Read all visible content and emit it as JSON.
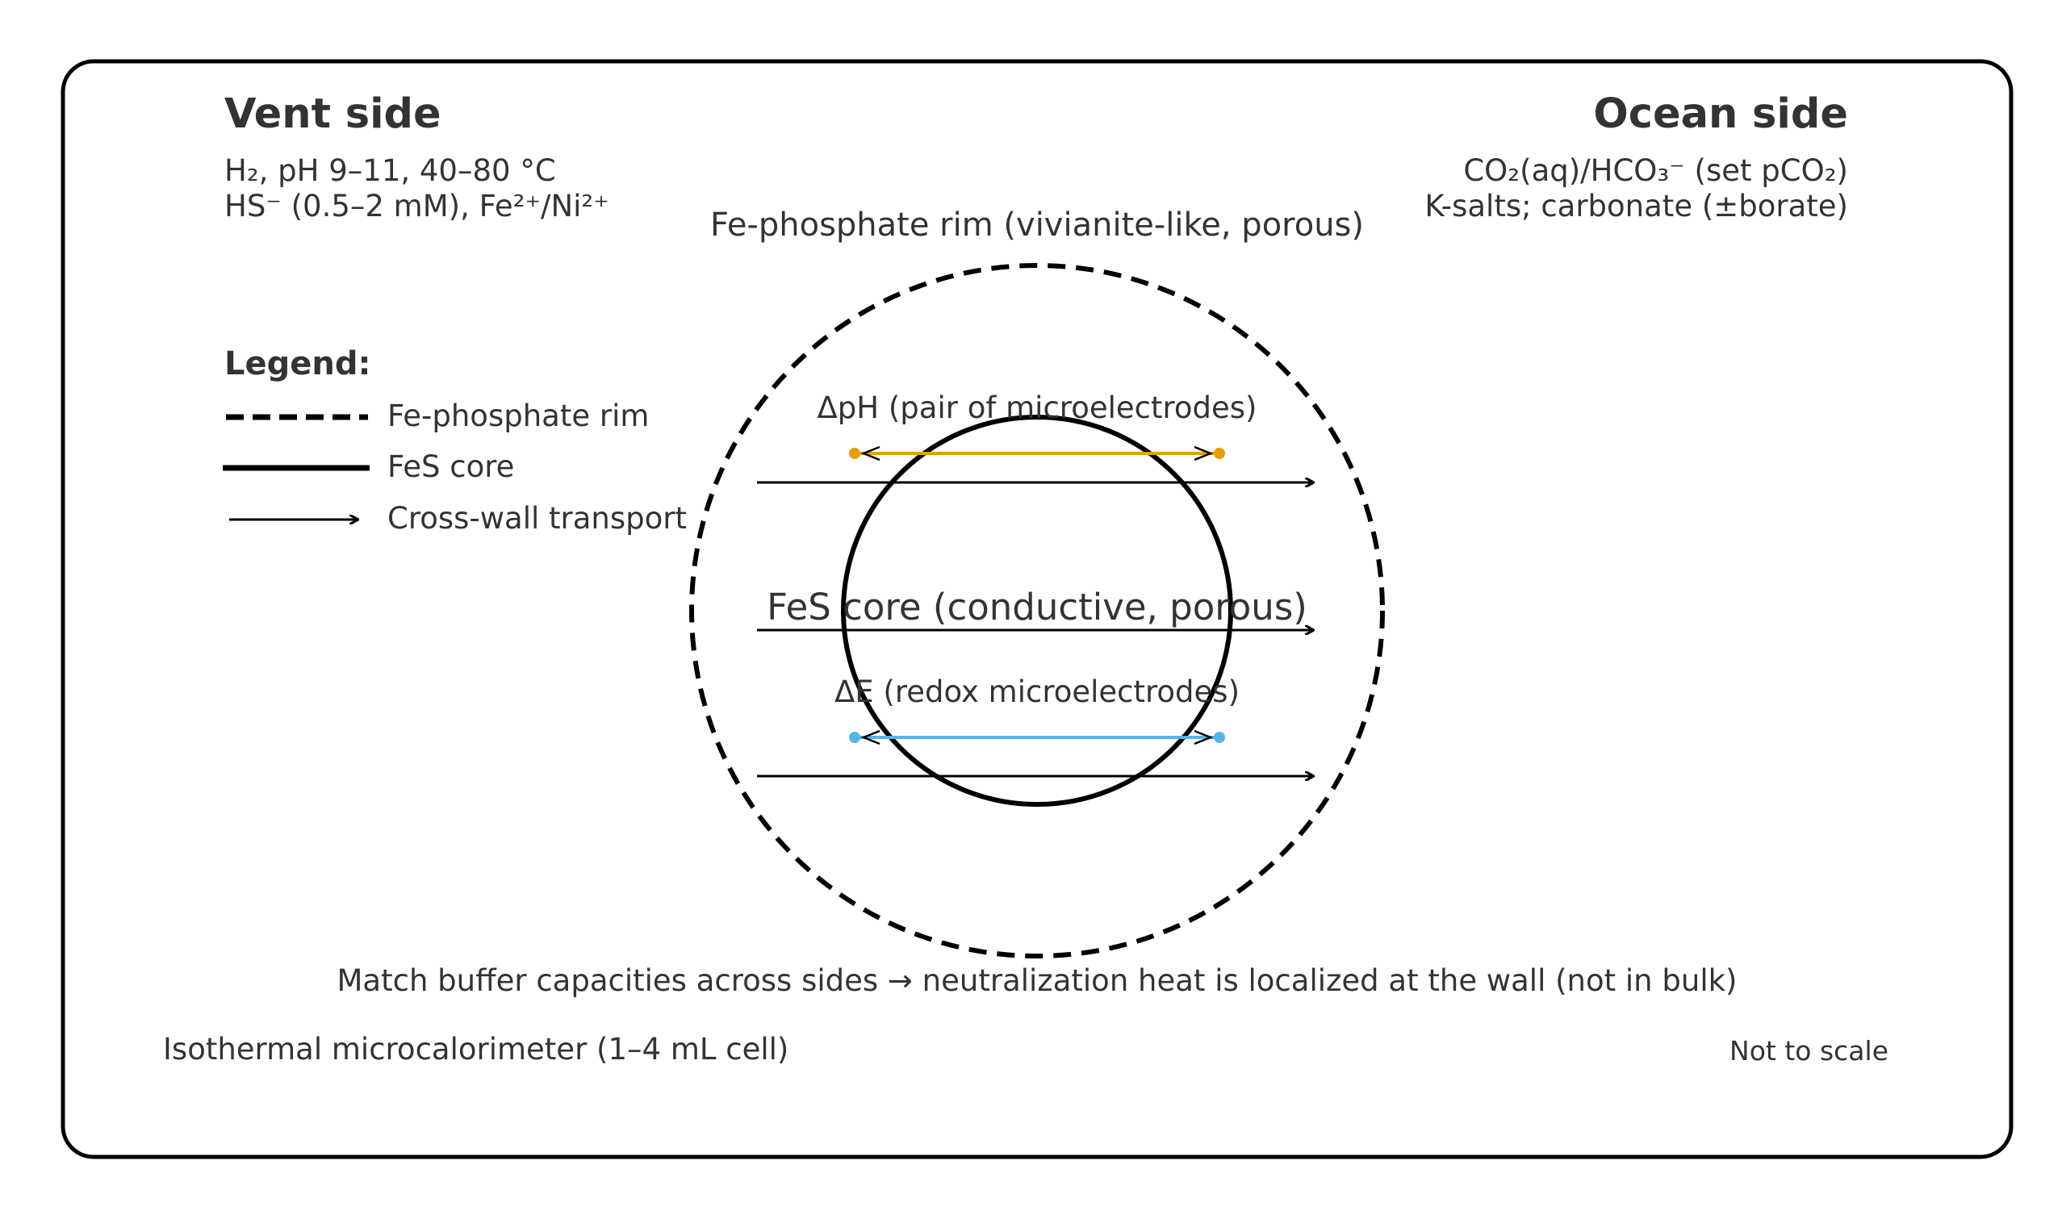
{
  "vent_side": {
    "title": "Vent side",
    "line1": "H₂, pH 9–11, 40–80 °C",
    "line2": "HS⁻ (0.5–2 mM), Fe²⁺/Ni²⁺"
  },
  "ocean_side": {
    "title": "Ocean side",
    "line1": "CO₂(aq)/HCO₃⁻ (set pCO₂)",
    "line2": "K-salts; carbonate (±borate)"
  },
  "rim_label": "Fe-phosphate rim (vivianite-like, porous)",
  "core_label": "FeS core (conductive, porous)",
  "probes": {
    "ph_label": "ΔpH (pair of microelectrodes)",
    "ph_color": "#e69f00",
    "e_label": "ΔE (redox microelectrodes)",
    "e_color": "#56b4e9"
  },
  "legend": {
    "title": "Legend:",
    "items": [
      {
        "label": "Fe-phosphate rim",
        "style": "dashed"
      },
      {
        "label": "FeS core",
        "style": "solid"
      },
      {
        "label": "Cross-wall transport",
        "style": "arrow"
      }
    ]
  },
  "buffer_note": "Match buffer capacities across sides → neutralization heat is localized at the wall (not in bulk)",
  "calorimeter_note": "Isothermal microcalorimeter (1–4 mL cell)",
  "scale_note": "Not to scale"
}
